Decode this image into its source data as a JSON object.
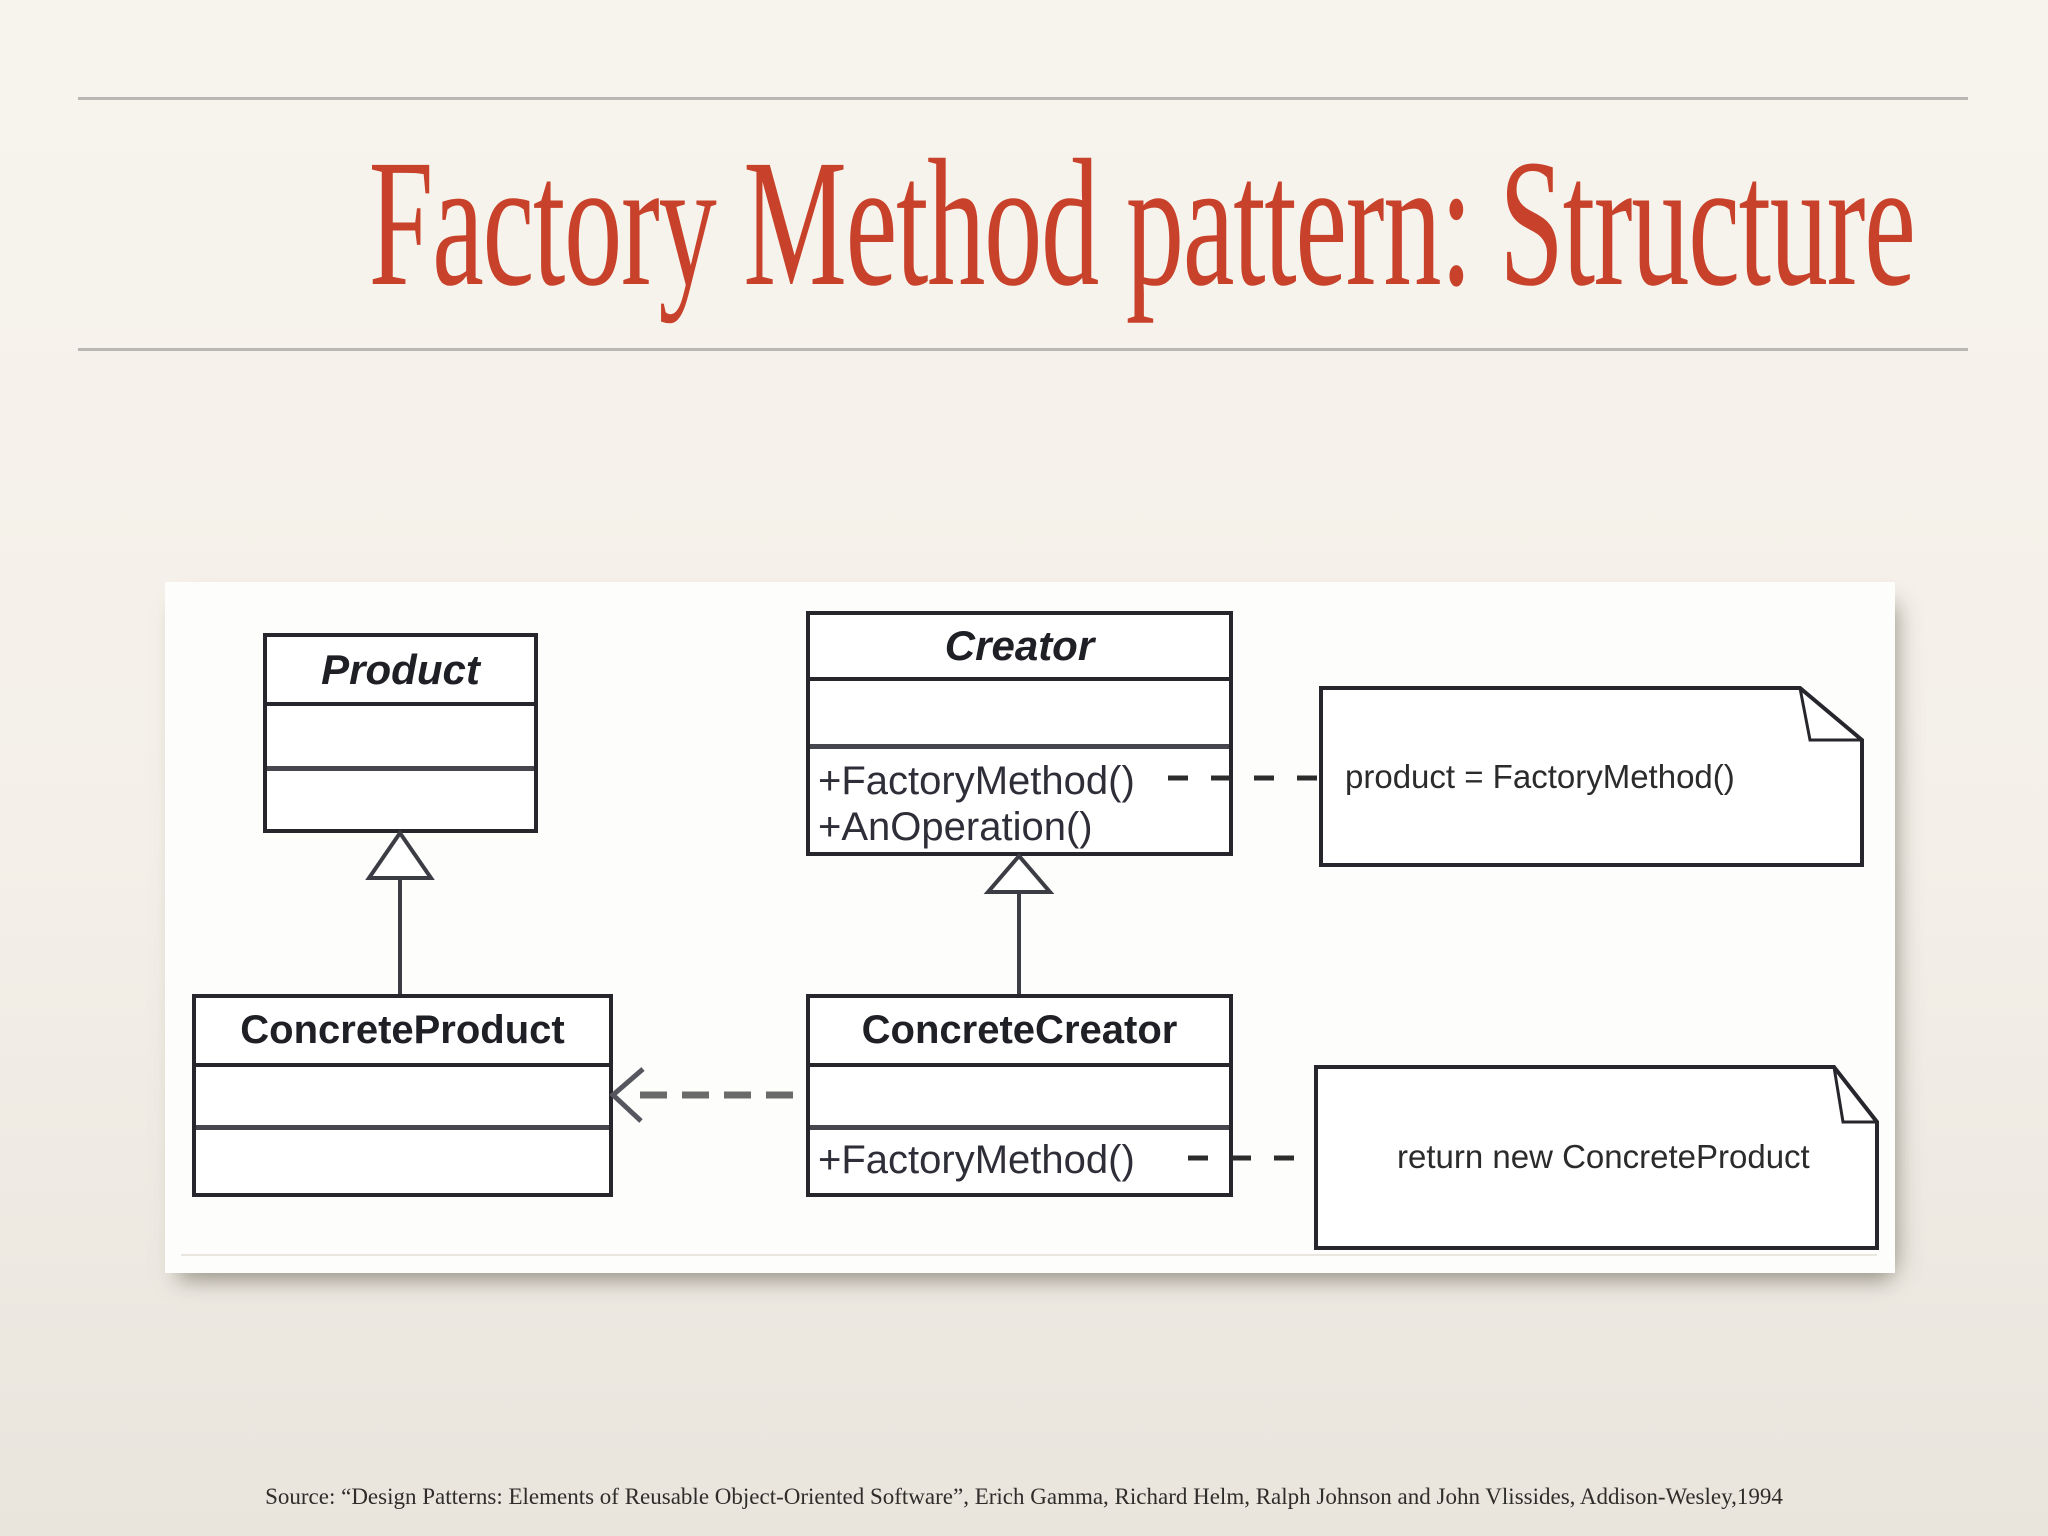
{
  "title": {
    "text": "Factory Method pattern: Structure"
  },
  "source_line": "Source: “Design Patterns: Elements of Reusable Object-Oriented Software”, Erich Gamma, Richard Helm, Ralph Johnson and John Vlissides, Addison-Wesley,1994",
  "colors": {
    "title_red": "#c8412b",
    "rule_gray": "#b9b7b2",
    "line_dark": "#26262c",
    "dash_gray": "#6a6a6a",
    "panel_white": "#fdfdfc",
    "background_top": "#f7f4ed",
    "background_bottom": "#e9e5dd"
  },
  "diagram": {
    "classes": [
      {
        "id": "product",
        "name": "Product",
        "abstract": true,
        "methods": []
      },
      {
        "id": "creator",
        "name": "Creator",
        "abstract": true,
        "methods": [
          "+FactoryMethod()",
          "+AnOperation()"
        ]
      },
      {
        "id": "concrete-product",
        "name": "ConcreteProduct",
        "abstract": false,
        "methods": []
      },
      {
        "id": "concrete-creator",
        "name": "ConcreteCreator",
        "abstract": false,
        "methods": [
          "+FactoryMethod()"
        ]
      }
    ],
    "notes": [
      {
        "id": "note-top",
        "text": "product = FactoryMethod()"
      },
      {
        "id": "note-bottom",
        "text": "return new ConcreteProduct"
      }
    ],
    "relations": [
      {
        "type": "inheritance",
        "from": "ConcreteProduct",
        "to": "Product"
      },
      {
        "type": "inheritance",
        "from": "ConcreteCreator",
        "to": "Creator"
      },
      {
        "type": "dependency",
        "from": "ConcreteCreator",
        "to": "ConcreteProduct"
      }
    ]
  }
}
